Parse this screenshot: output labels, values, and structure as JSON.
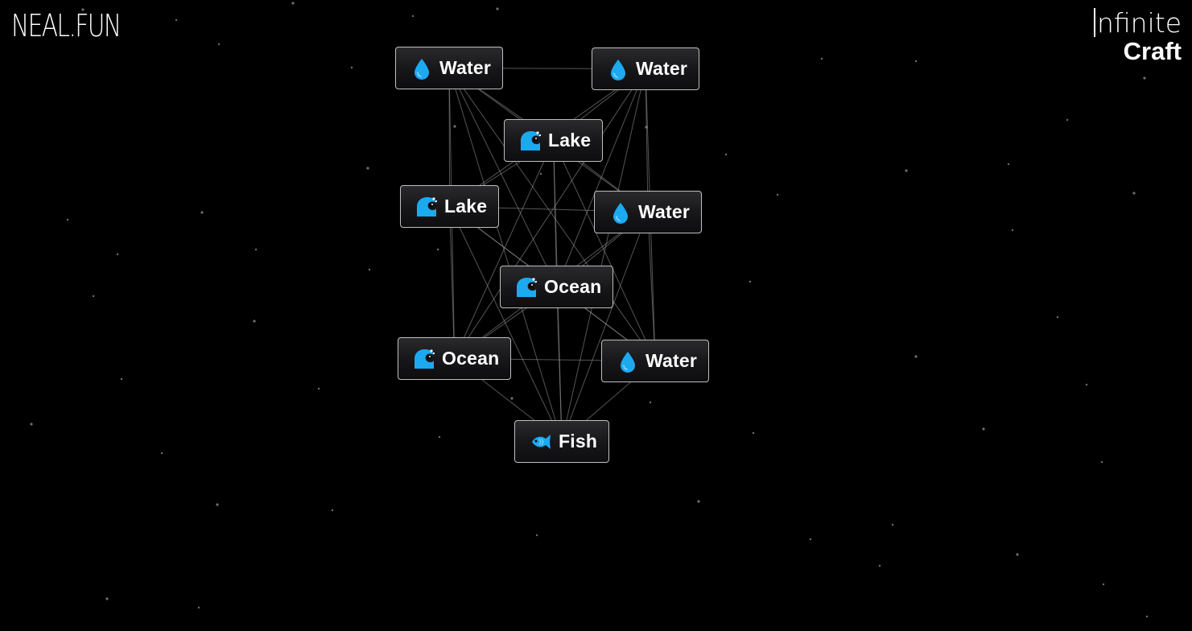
{
  "header": {
    "site_logo": "NEAL.FUN",
    "title_line1": "nfinite",
    "title_line2": "Craft"
  },
  "colors": {
    "background": "#000000",
    "icon_blue": "#1da9f0",
    "link_line": "#9a9a9a"
  },
  "tiles": [
    {
      "label": "Water",
      "icon": "droplet-icon"
    },
    {
      "label": "Water",
      "icon": "droplet-icon"
    },
    {
      "label": "Lake",
      "icon": "wave-icon"
    },
    {
      "label": "Lake",
      "icon": "wave-icon"
    },
    {
      "label": "Water",
      "icon": "droplet-icon"
    },
    {
      "label": "Ocean",
      "icon": "wave-icon"
    },
    {
      "label": "Ocean",
      "icon": "wave-icon"
    },
    {
      "label": "Water",
      "icon": "droplet-icon"
    },
    {
      "label": "Fish",
      "icon": "fish-icon"
    }
  ]
}
